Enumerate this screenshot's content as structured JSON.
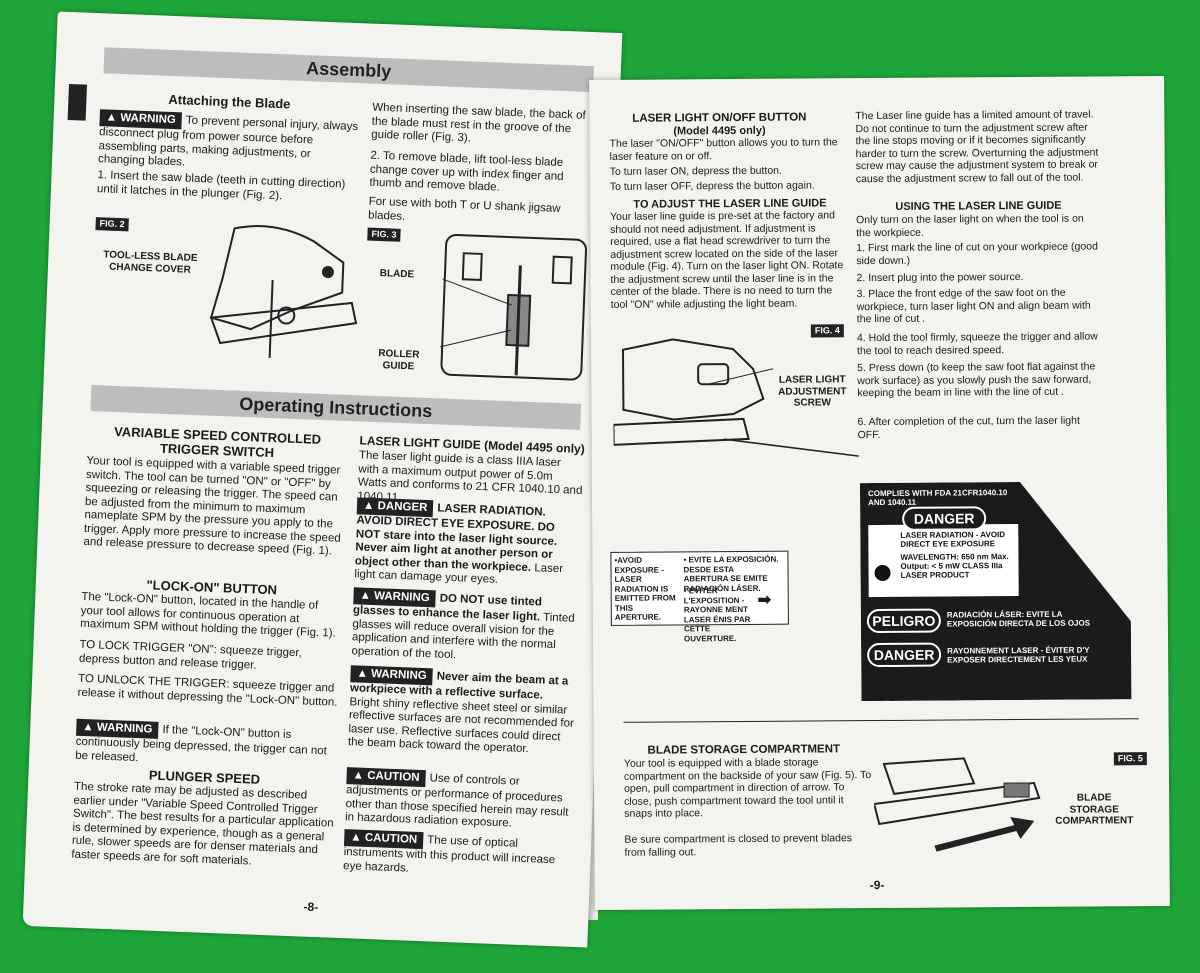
{
  "left": {
    "section_assembly": "Assembly",
    "attaching_title": "Attaching the Blade",
    "warning": "WARNING",
    "danger": "DANGER",
    "caution": "CAUTION",
    "attach_p1": "To prevent personal injury, always disconnect plug from power source before assembling parts, making adjustments, or changing blades.",
    "attach_p2": "1. Insert the saw blade (teeth in cutting direction) until it latches in the plunger (Fig. 2).",
    "attach_r1": "When inserting the saw blade, the back of the blade must rest in the groove of the guide roller (Fig. 3).",
    "attach_r2": "2. To remove blade, lift tool-less blade change cover up with index finger and thumb and remove blade.",
    "attach_r3": "For use with both T or U shank jigsaw blades.",
    "fig2": "FIG. 2",
    "fig3": "FIG. 3",
    "fig2_label": "TOOL-LESS BLADE CHANGE COVER",
    "fig3_blade": "BLADE",
    "fig3_roller": "ROLLER GUIDE",
    "section_operating": "Operating Instructions",
    "vs_title": "VARIABLE SPEED CONTROLLED TRIGGER SWITCH",
    "vs_text": "Your tool is equipped with a variable speed trigger switch. The tool can be turned \"ON\" or \"OFF\" by squeezing or releasing the trigger. The speed can be adjusted from the minimum to maximum nameplate SPM by the pressure you apply to the trigger. Apply more pressure to increase the speed and release pressure to decrease speed (Fig. 1).",
    "lock_title": "\"LOCK-ON\" BUTTON",
    "lock_text": "The \"Lock-ON\" button, located in the handle of your tool allows for continuous operation at maximum SPM without holding the trigger (Fig. 1).",
    "lock_on": "TO LOCK TRIGGER \"ON\": squeeze trigger, depress button and release trigger.",
    "unlock": "TO UNLOCK THE TRIGGER: squeeze trigger and release it without depressing the \"Lock-ON\" button.",
    "lock_warn": "If the \"Lock-ON\" button is continuously being depressed, the trigger can not be released.",
    "plunger_title": "PLUNGER SPEED",
    "plunger_text": "The stroke rate may be adjusted as described earlier under \"Variable Speed Controlled Trigger Switch\". The best results for a particular application is determined by experience, though as a general rule, slower speeds are for denser materials and faster speeds are for soft materials.",
    "laser_title": "LASER LIGHT GUIDE (Model 4495 only)",
    "laser_text": "The laser light guide is a class IIIA laser with a maximum output power of 5.0m Watts and conforms to 21 CFR 1040.10 and 1040.11.",
    "danger_head": "LASER RADIATION. AVOID DIRECT EYE EXPOSURE.",
    "danger_body": "DO NOT stare into the laser light source. Never aim light at another person or object other than the workpiece.",
    "danger_tail": "Laser light can damage your eyes.",
    "tinted_head": "DO NOT use tinted glasses to enhance the laser light.",
    "tinted_body": "Tinted glasses will reduce overall vision for the application and interfere with the normal operation of the tool.",
    "aim_head": "Never aim the beam at a workpiece with a reflective surface.",
    "aim_body": "Bright shiny reflective sheet steel or similar reflective surfaces are not recommended for laser use. Reflective surfaces could direct the beam back toward the operator.",
    "caution1": "Use of controls or adjustments or performance of procedures other than those specified herein may result in hazardous radiation exposure.",
    "caution2": "The use of optical instruments with this product will increase eye hazards.",
    "page_num": "-8-"
  },
  "right": {
    "onoff_title": "LASER LIGHT ON/OFF BUTTON",
    "onoff_model": "(Model 4495 only)",
    "onoff_text": "The laser \"ON/OFF\" button allows you to turn the laser feature on or off.",
    "on_text": "To turn laser ON, depress the button.",
    "off_text": "To turn laser OFF, depress the button again.",
    "adjust_title": "TO ADJUST THE LASER LINE GUIDE",
    "adjust_text": "Your laser line guide is pre-set at the factory and should not need adjustment. If adjustment is required, use a flat head screwdriver to turn the adjustment screw located on the side of the laser module (Fig. 4). Turn on the laser light ON. Rotate the adjustment screw until the laser line is in the center of the blade. There is no need to turn the tool \"ON\" while adjusting the light beam.",
    "limited_text": "The Laser line guide has a limited amount of travel. Do not continue to turn the adjustment screw after the line stops moving or if it becomes significantly harder to turn the screw. Overturning the adjustment screw may cause the adjustment system to break or cause the adjustment screw to fall out of the tool.",
    "using_title": "USING THE LASER LINE GUIDE",
    "using_intro": "Only turn on the laser light on when the tool is on the workpiece.",
    "step1": "1. First mark the line of cut on your workpiece (good side down.)",
    "step2": "2. Insert plug into the power source.",
    "step3": "3. Place the front edge of the saw foot on the workpiece, turn laser light ON and align beam with the line of cut .",
    "step4": "4. Hold the tool firmly, squeeze the trigger and allow the tool to reach desired speed.",
    "step5": "5. Press down (to keep the saw foot flat against the work surface) as you slowly push the saw forward, keeping the beam in line with the line of cut .",
    "step6": "6. After completion of the cut, turn the laser light OFF.",
    "fig4": "FIG. 4",
    "fig4_label": "LASER LIGHT ADJUSTMENT SCREW",
    "aperture_text": "•AVOID EXPOSURE - LASER RADIATION IS EMITTED FROM THIS APERTURE.",
    "aperture_es": "• EVITE LA EXPOSICIÓN. DESDE ESTA ABERTURA SE EMITE RADIACIÓN LÁSER.",
    "aperture_fr": "• ÉVITER L'EXPOSITION - RAYONNE MENT LASER ÉNIS PAR CETTE OUVERTURE.",
    "sticker_fda": "COMPLIES WITH FDA 21CFR1040.10 AND 1040.11",
    "sticker_danger": "DANGER",
    "sticker_rad": "LASER RADIATION - AVOID DIRECT EYE EXPOSURE",
    "sticker_spec": "WAVELENGTH: 650 nm Max. Output: < 5 mW CLASS IIIa LASER PRODUCT",
    "sticker_peligro": "PELIGRO",
    "sticker_peligro_text": "RADIACIÓN LÁSER: EVITE LA EXPOSICIÓN DIRECTA DE LOS OJOS",
    "sticker_danger_fr": "DANGER",
    "sticker_danger_fr_text": "RAYONNEMENT LASER - ÉVITER D'Y EXPOSER DIRECTEMENT LES YEUX",
    "storage_title": "BLADE STORAGE COMPARTMENT",
    "storage_text": "Your tool is equipped with a blade storage compartment on the backside of your saw (Fig. 5). To open, pull compartment in direction of arrow. To close, push compartment toward the tool until it snaps into place.",
    "storage_text2": "Be sure compartment is closed to prevent blades from falling out.",
    "fig5": "FIG. 5",
    "fig5_label": "BLADE STORAGE COMPARTMENT",
    "page_num": "-9-"
  },
  "colors": {
    "background": "#1fa63a",
    "paper": "#f3f3f0",
    "bar": "#bdbdbd",
    "ink": "#1a1a1a"
  }
}
